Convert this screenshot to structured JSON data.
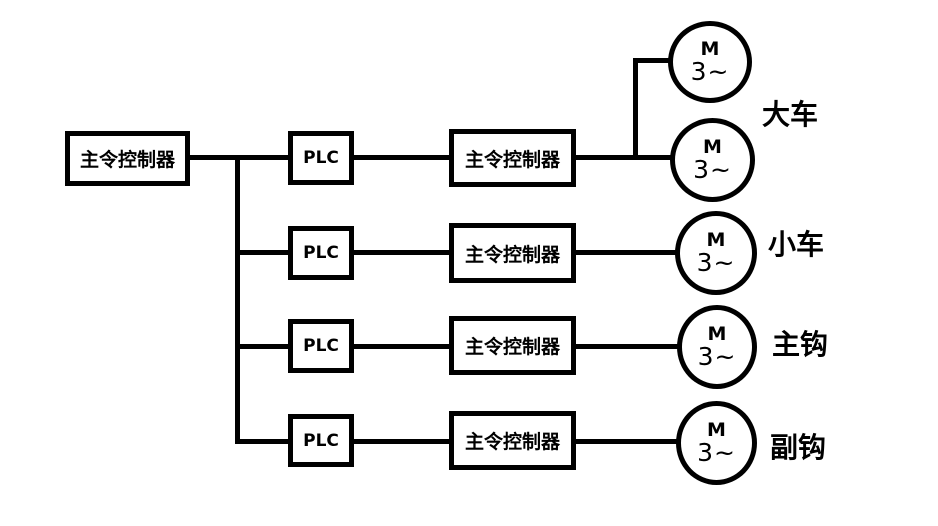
{
  "diagram": {
    "type": "block-diagram",
    "description_visible_text_only": true,
    "master": {
      "label": "主令控制器"
    },
    "rows": [
      {
        "plc_label": "PLC",
        "controller_label": "主令控制器",
        "output_label": "大车",
        "motor_count": 2
      },
      {
        "plc_label": "PLC",
        "controller_label": "主令控制器",
        "output_label": "小车",
        "motor_count": 1
      },
      {
        "plc_label": "PLC",
        "controller_label": "主令控制器",
        "output_label": "主钩",
        "motor_count": 1
      },
      {
        "plc_label": "PLC",
        "controller_label": "主令控制器",
        "output_label": "副钩",
        "motor_count": 1
      }
    ],
    "motor_symbol": {
      "letter": "M",
      "phase": "3~"
    },
    "colors": {
      "line": "#000000",
      "background": "#ffffff",
      "text": "#000000"
    }
  }
}
